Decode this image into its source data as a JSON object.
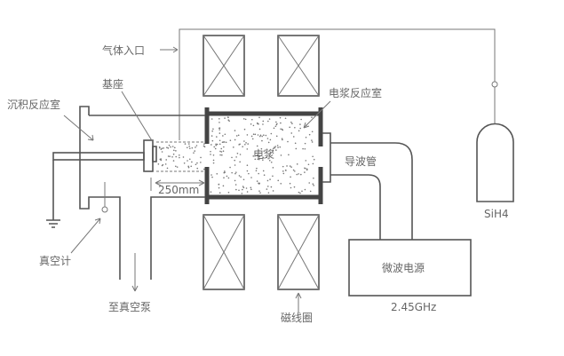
{
  "labels": {
    "gas_inlet": "气体入口",
    "substrate": "基座",
    "deposition_chamber": "沉积反应室",
    "plasma": "电浆",
    "plasma_chamber": "电浆反应室",
    "waveguide": "导波管",
    "distance": "250mm",
    "vacuum_gauge": "真空计",
    "to_vacuum_pump": "至真空泵",
    "magnet_coil": "磁线圈",
    "microwave_source": "微波电源",
    "frequency": "2.45GHz",
    "gas": "SiH4"
  }
}
